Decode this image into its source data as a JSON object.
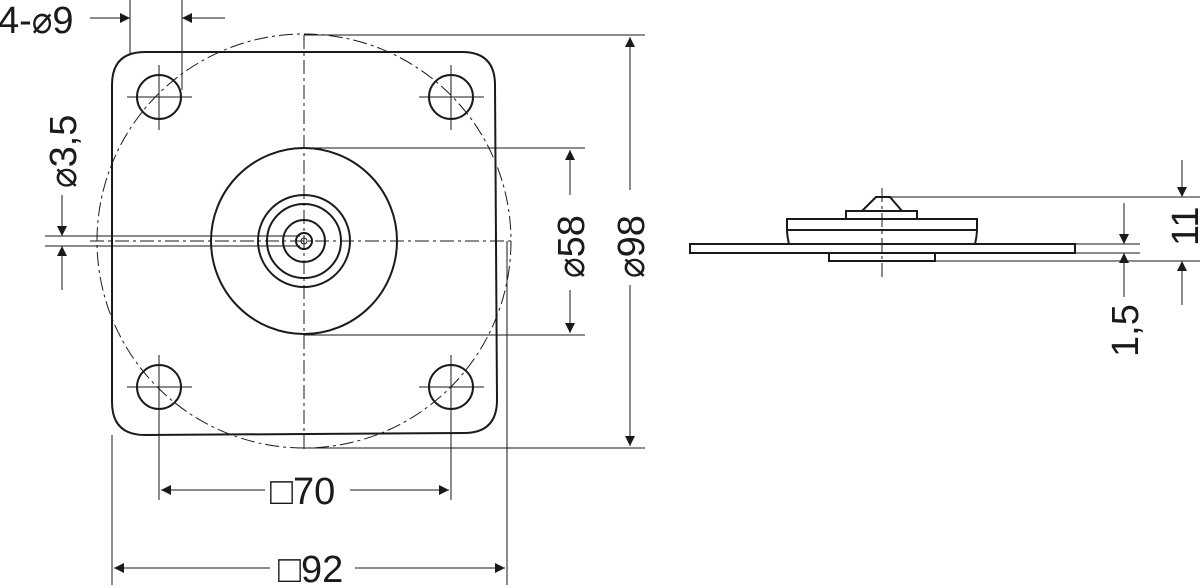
{
  "drawing": {
    "top_view": {
      "holes_label": "4-⌀9",
      "pin_label": "⌀3,5",
      "hub_label": "⌀58",
      "circle_label": "⌀98",
      "hole_pitch_label": "□70",
      "plate_size_label": "□92"
    },
    "side_view": {
      "height_label": "11",
      "thickness_label": "1,5"
    },
    "line_color": "#1a1a1a"
  }
}
